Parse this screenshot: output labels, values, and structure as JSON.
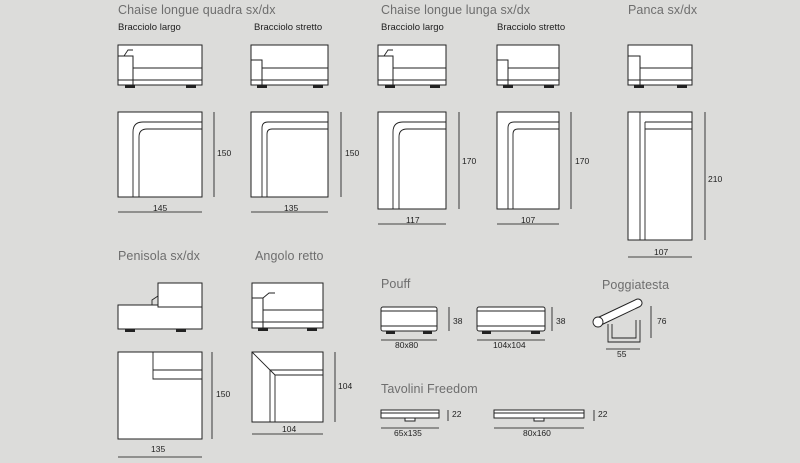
{
  "sections": {
    "chaise_quadra": {
      "title": "Chaise longue quadra sx/dx",
      "arm_wide": {
        "label": "Bracciolo largo",
        "width": "145",
        "depth": "150"
      },
      "arm_narrow": {
        "label": "Bracciolo stretto",
        "width": "135",
        "depth": "150"
      }
    },
    "chaise_lunga": {
      "title": "Chaise longue lunga sx/dx",
      "arm_wide": {
        "label": "Bracciolo largo",
        "width": "117",
        "depth": "170"
      },
      "arm_narrow": {
        "label": "Bracciolo stretto",
        "width": "107",
        "depth": "170"
      }
    },
    "panca": {
      "title": "Panca sx/dx",
      "width": "107",
      "depth": "210"
    },
    "penisola": {
      "title": "Penisola sx/dx",
      "width": "135",
      "depth": "150"
    },
    "angolo": {
      "title": "Angolo retto",
      "width": "104",
      "depth": "104"
    },
    "pouff": {
      "title": "Pouff",
      "small": {
        "size": "80x80",
        "height": "38"
      },
      "large": {
        "size": "104x104",
        "height": "38"
      }
    },
    "poggiatesta": {
      "title": "Poggiatesta",
      "width": "55",
      "height": "76"
    },
    "tavolini": {
      "title": "Tavolini Freedom",
      "small": {
        "size": "65x135",
        "height": "22"
      },
      "large": {
        "size": "80x160",
        "height": "22"
      }
    }
  }
}
